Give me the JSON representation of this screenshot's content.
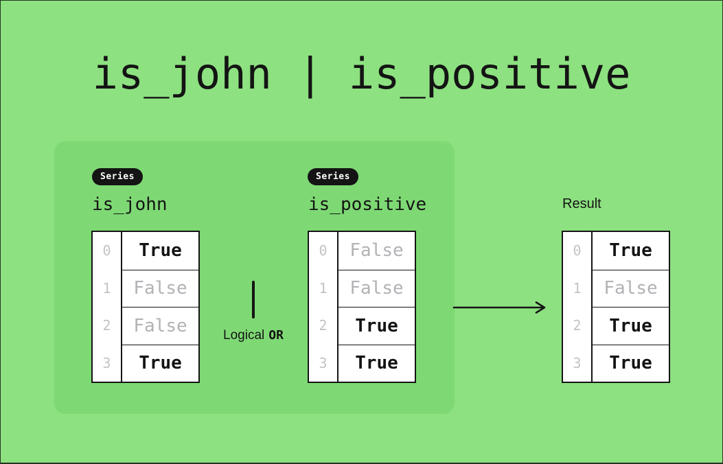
{
  "title": "is_john | is_positive",
  "panel": {
    "series": [
      {
        "badge": "Series",
        "name": "is_john",
        "rows": [
          {
            "index": "0",
            "value": "True",
            "state": "true"
          },
          {
            "index": "1",
            "value": "False",
            "state": "false"
          },
          {
            "index": "2",
            "value": "False",
            "state": "false"
          },
          {
            "index": "3",
            "value": "True",
            "state": "true"
          }
        ]
      },
      {
        "badge": "Series",
        "name": "is_positive",
        "rows": [
          {
            "index": "0",
            "value": "False",
            "state": "false"
          },
          {
            "index": "1",
            "value": "False",
            "state": "false"
          },
          {
            "index": "2",
            "value": "True",
            "state": "true"
          },
          {
            "index": "3",
            "value": "True",
            "state": "true"
          }
        ]
      }
    ],
    "operator": {
      "symbol": "|",
      "word": "Logical",
      "name": "OR"
    }
  },
  "result": {
    "label": "Result",
    "rows": [
      {
        "index": "0",
        "value": "True",
        "state": "true"
      },
      {
        "index": "1",
        "value": "False",
        "state": "false"
      },
      {
        "index": "2",
        "value": "True",
        "state": "true"
      },
      {
        "index": "3",
        "value": "True",
        "state": "true"
      }
    ]
  },
  "colors": {
    "background": "#8de180",
    "panel": "#7ed974",
    "ink": "#141414",
    "muted": "#b2b2b6",
    "index_gray": "#c3c3c6",
    "badge_bg": "#141414",
    "badge_text": "#ffffff",
    "table_bg": "#ffffff"
  }
}
